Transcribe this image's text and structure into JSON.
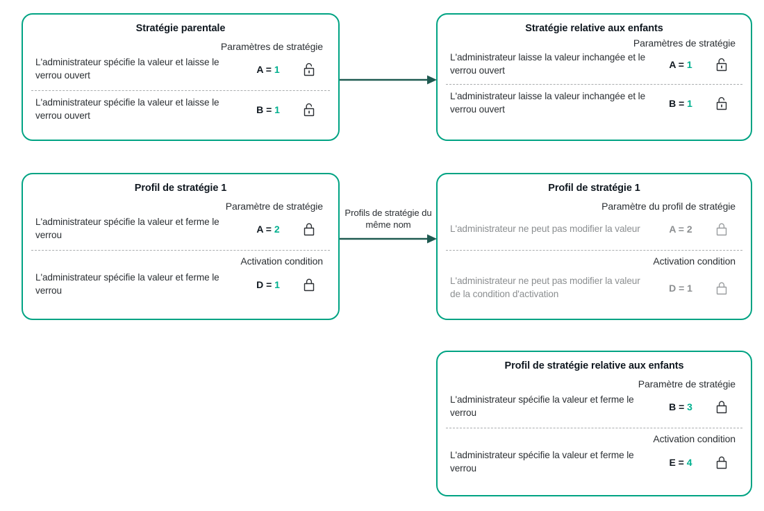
{
  "accent": {
    "border": "#00a383",
    "value_green": "#00b08f",
    "arrow": "#1f5a51",
    "muted_text": "#8b8e90",
    "divider": "#a9acae"
  },
  "cards": [
    {
      "id": "parent-policy",
      "title": "Stratégie parentale",
      "muted": false,
      "sections": [
        {
          "label": "Paramètres de stratégie",
          "rows": [
            {
              "desc": "L'administrateur spécifie la valeur et laisse le verrou ouvert",
              "key": "A = ",
              "num": "1",
              "lock": "unlock-icon"
            }
          ]
        },
        {
          "label": "",
          "rows": [
            {
              "desc": "L'administrateur spécifie la valeur et laisse le verrou ouvert",
              "key": "B = ",
              "num": "1",
              "lock": "unlock-icon"
            }
          ]
        }
      ]
    },
    {
      "id": "child-policy",
      "title": "Stratégie relative aux enfants",
      "muted": false,
      "sections": [
        {
          "label": "Paramètres de stratégie",
          "rows": [
            {
              "desc": "L'administrateur laisse la valeur inchangée et le verrou ouvert",
              "key": "A = ",
              "num": "1",
              "lock": "unlock-icon"
            }
          ]
        },
        {
          "label": "",
          "rows": [
            {
              "desc": "L'administrateur laisse la valeur inchangée et le verrou ouvert",
              "key": "B = ",
              "num": "1",
              "lock": "unlock-icon"
            }
          ]
        }
      ]
    },
    {
      "id": "policy-profile-1-left",
      "title": "Profil de stratégie 1",
      "muted": false,
      "sections": [
        {
          "label": "Paramètre de stratégie",
          "rows": [
            {
              "desc": "L'administrateur spécifie la valeur et ferme le verrou",
              "key": "A = ",
              "num": "2",
              "lock": "lock-icon"
            }
          ]
        },
        {
          "label": "Activation condition",
          "rows": [
            {
              "desc": "L'administrateur spécifie la valeur et ferme le verrou",
              "key": "D = ",
              "num": "1",
              "lock": "lock-icon"
            }
          ]
        }
      ]
    },
    {
      "id": "policy-profile-1-right",
      "title": "Profil de stratégie 1",
      "muted": true,
      "sections": [
        {
          "label": "Paramètre du profil de stratégie",
          "rows": [
            {
              "desc": "L'administrateur ne peut pas modifier la valeur",
              "key": "A = ",
              "num": "2",
              "lock": "lock-icon"
            }
          ]
        },
        {
          "label": "Activation condition",
          "rows": [
            {
              "desc": "L'administrateur ne peut pas modifier  la valeur de la condition d'activation",
              "key": "D = ",
              "num": "1",
              "lock": "lock-icon"
            }
          ]
        }
      ]
    },
    {
      "id": "child-policy-profile",
      "title": "Profil de stratégie relative aux enfants",
      "muted": false,
      "sections": [
        {
          "label": "Paramètre de stratégie",
          "rows": [
            {
              "desc": "L'administrateur spécifie la valeur et ferme le verrou",
              "key": "B = ",
              "num": "3",
              "lock": "lock-icon"
            }
          ]
        },
        {
          "label": "Activation condition",
          "rows": [
            {
              "desc": "L'administrateur spécifie la valeur et ferme le verrou",
              "key": "E = ",
              "num": "4",
              "lock": "lock-icon"
            }
          ]
        }
      ]
    }
  ],
  "arrows": [
    {
      "id": "arrow-top",
      "label": ""
    },
    {
      "id": "arrow-middle",
      "label": "Profils de stratégie du même nom"
    }
  ]
}
